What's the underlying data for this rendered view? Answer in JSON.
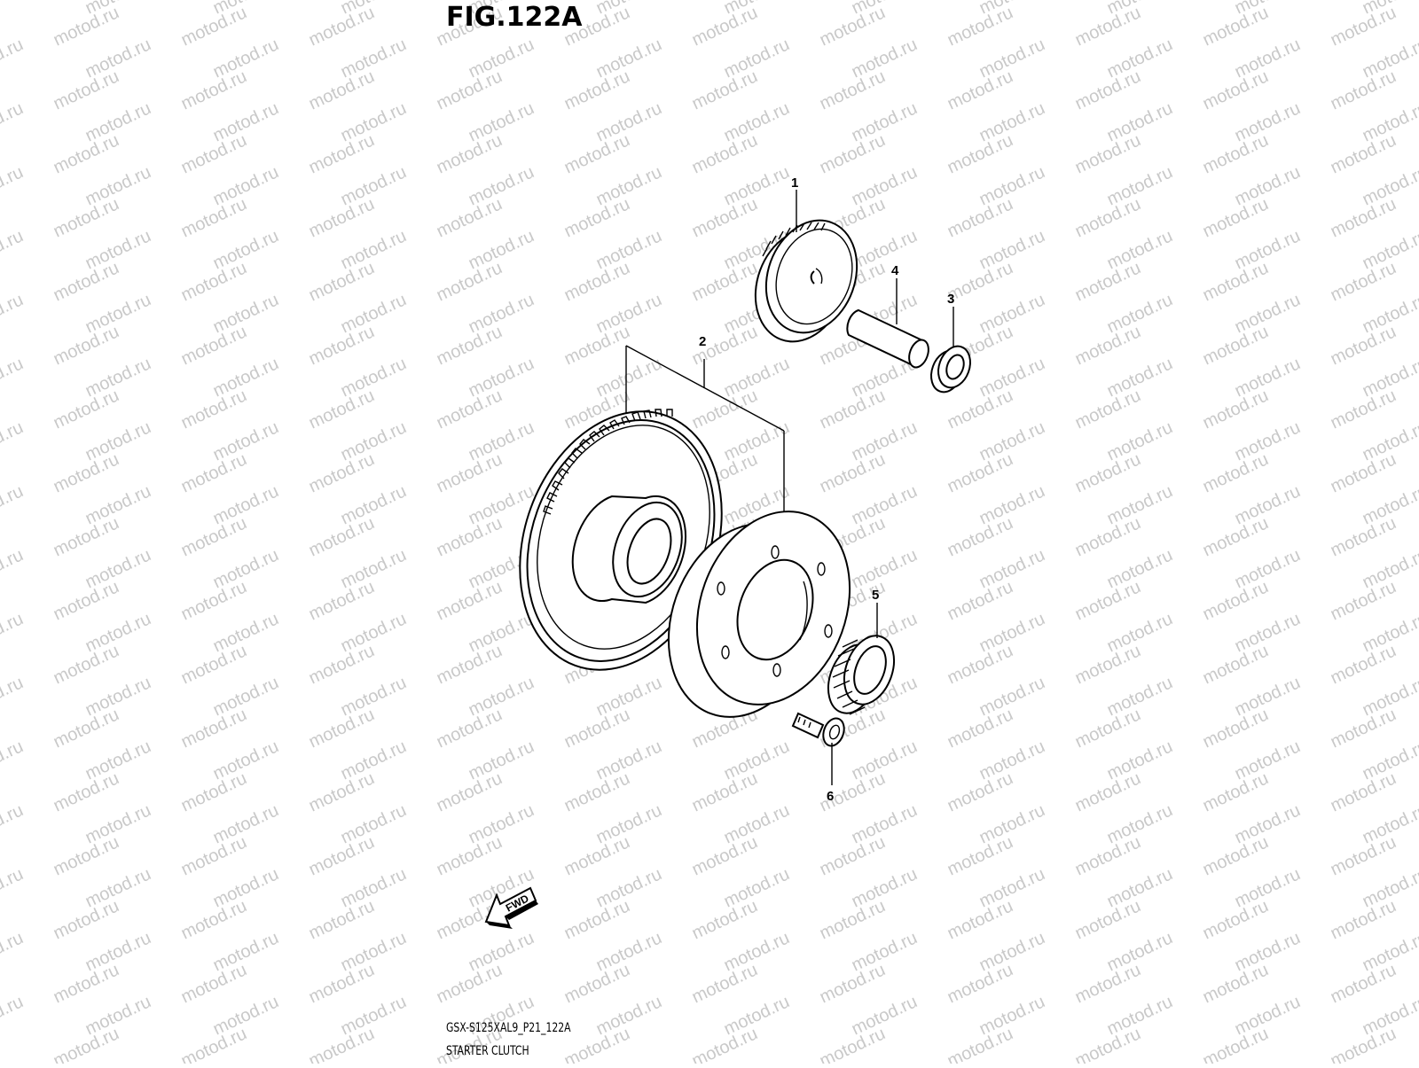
{
  "figure": {
    "title": "FIG.122A",
    "model_code": "GSX-S125XAL9_P21_122A",
    "section_name": "STARTER CLUTCH"
  },
  "watermark": {
    "text": "motod.ru",
    "color": "#c9c9c9"
  },
  "direction_arrow": {
    "label": "FWD"
  },
  "parts": [
    {
      "ref": "1",
      "icon": "starter-idle-gear-icon"
    },
    {
      "ref": "2",
      "icon": "starter-driven-gear-icon"
    },
    {
      "ref": "3",
      "icon": "washer-icon"
    },
    {
      "ref": "4",
      "icon": "idle-gear-shaft-icon"
    },
    {
      "ref": "5",
      "icon": "needle-bearing-icon"
    },
    {
      "ref": "6",
      "icon": "bolt-icon"
    }
  ]
}
